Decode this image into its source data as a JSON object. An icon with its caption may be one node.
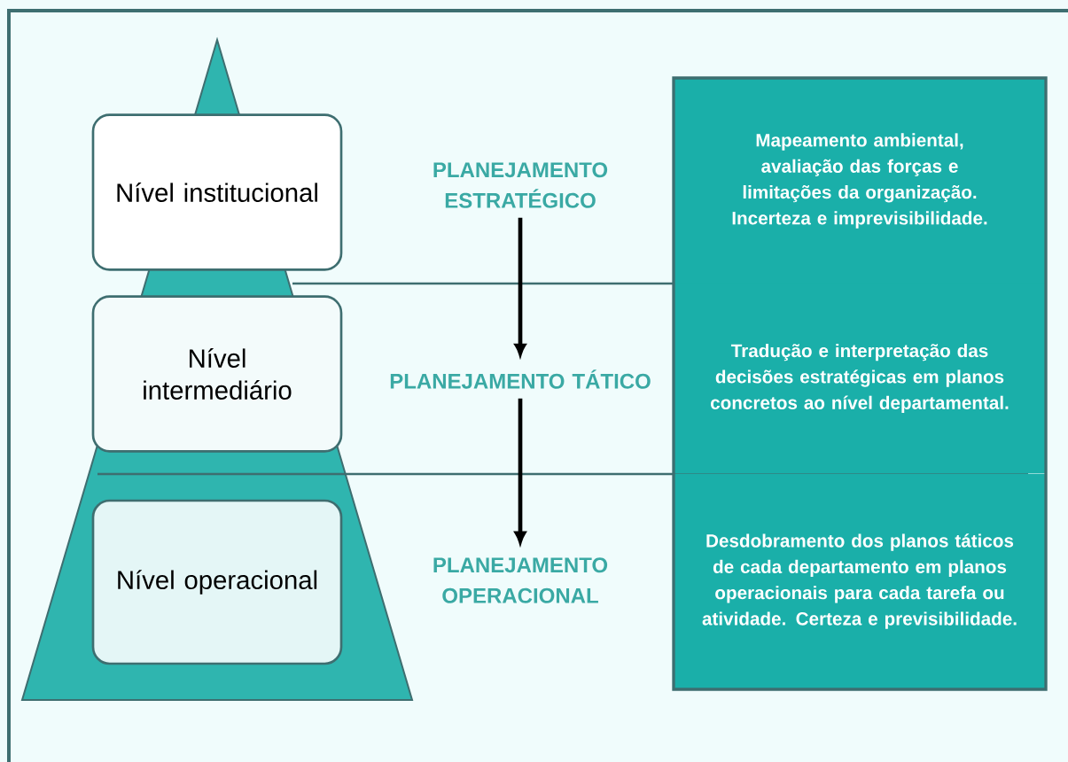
{
  "diagram": {
    "nodes": [
      {
        "text": [
          "Nível institucional"
        ]
      },
      {
        "text": [
          "Nível intermediário"
        ]
      },
      {
        "text": [
          "Nível operacional"
        ]
      },
      {
        "text": [
          "PLANEJAMENTO ESTRATÉGICO"
        ]
      },
      {
        "text": [
          "PLANEJAMENTO TÁTICO"
        ]
      },
      {
        "text": [
          "PLANEJAMENTO OPERACIONAL"
        ]
      },
      {
        "text": [
          "Mapeamento ambiental, avaliação das forças e limitações da organização. Incerteza e imprevisibilidade."
        ]
      },
      {
        "text": [
          "Tradução e interpretação das decisões estratégicas em planos concretos ao nível departamental."
        ]
      },
      {
        "text": [
          "Desdobramento dos planos táticos de cada departamento em planos operacionais para cada tarefa ou atividade. Certeza e previsibilidade."
        ]
      }
    ],
    "edges": [
      {
        "from": 3,
        "to": 4,
        "arrow": "to"
      },
      {
        "from": 4,
        "to": 5,
        "arrow": "to"
      }
    ]
  }
}
